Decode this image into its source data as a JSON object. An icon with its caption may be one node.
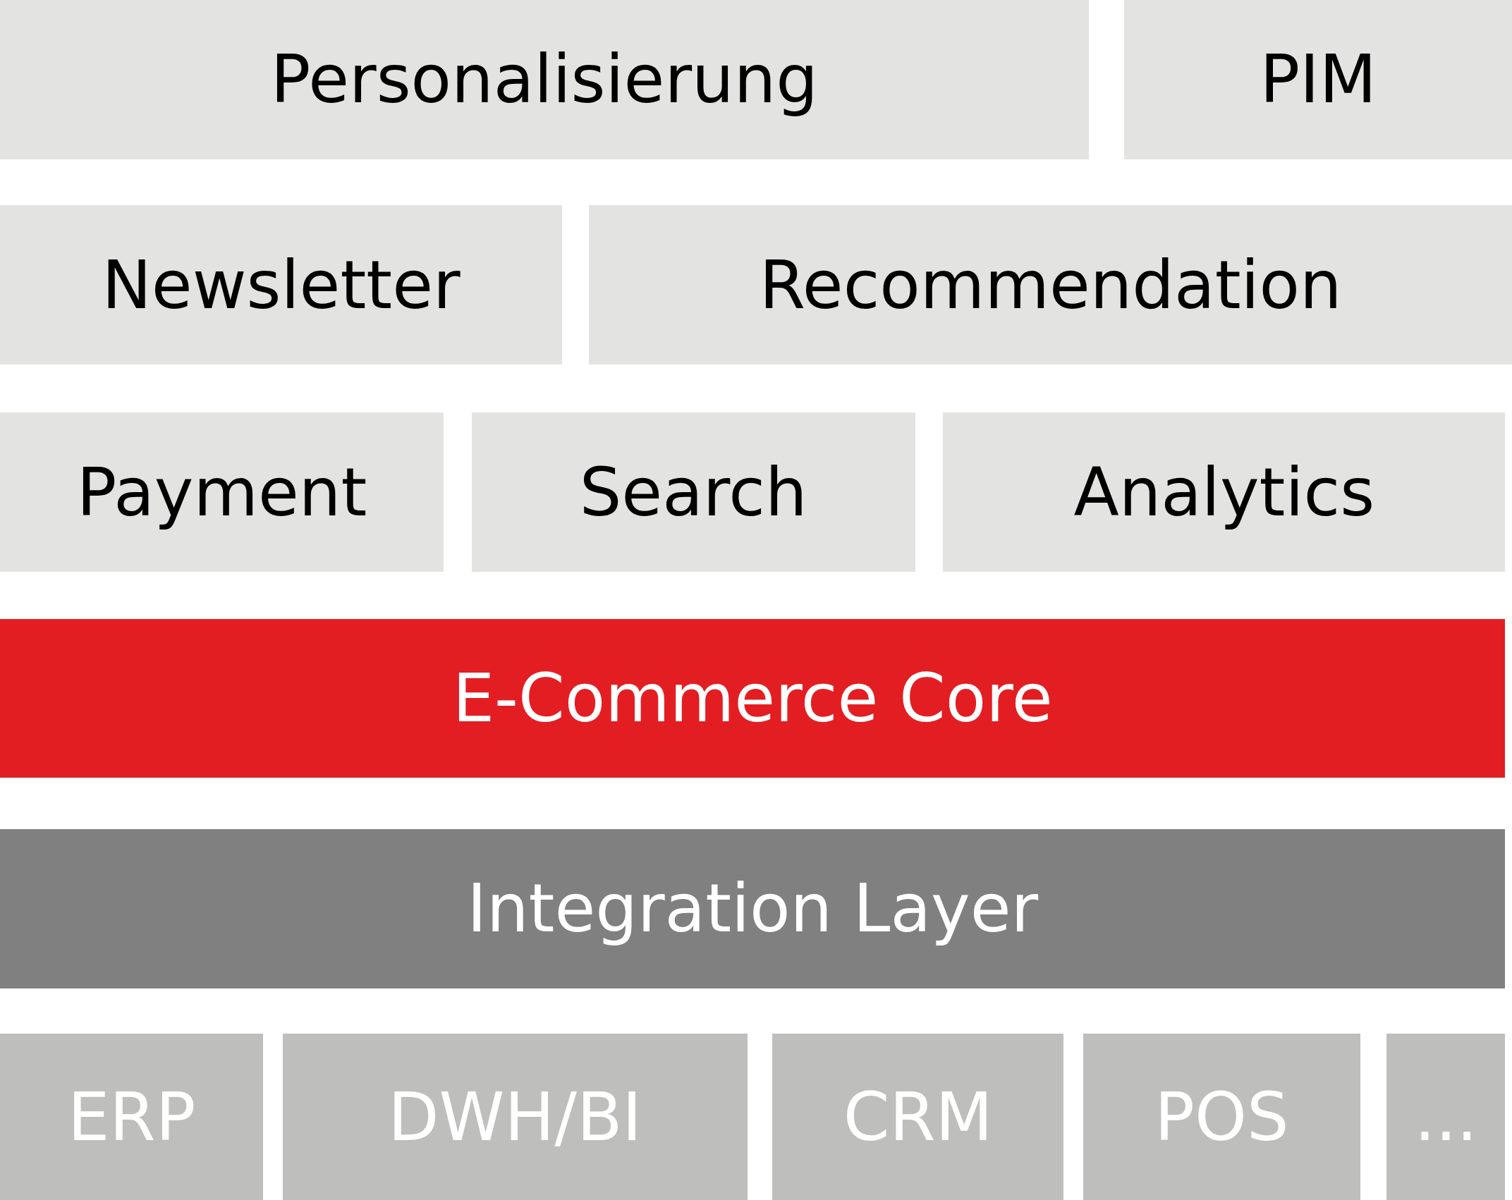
{
  "diagram": {
    "nodes": [
      {
        "text": [
          "Personalisierung"
        ]
      },
      {
        "text": [
          "PIM"
        ]
      },
      {
        "text": [
          "Newsletter"
        ]
      },
      {
        "text": [
          "Recommendation"
        ]
      },
      {
        "text": [
          "Payment"
        ]
      },
      {
        "text": [
          "Search"
        ]
      },
      {
        "text": [
          "Analytics"
        ]
      },
      {
        "text": [
          "E-Commerce Core"
        ]
      },
      {
        "text": [
          "Integration Layer"
        ]
      },
      {
        "text": [
          "ERP"
        ]
      },
      {
        "text": [
          "DWH/BI"
        ]
      },
      {
        "text": [
          "CRM"
        ]
      },
      {
        "text": [
          "POS"
        ]
      },
      {
        "text": [
          "..."
        ]
      }
    ]
  }
}
